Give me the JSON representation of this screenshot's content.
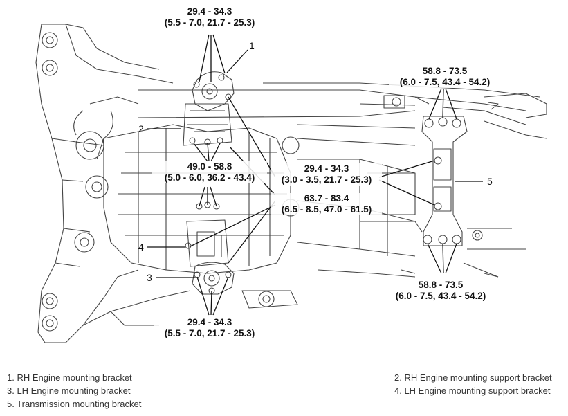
{
  "torque_labels": {
    "top": {
      "line1": "29.4 - 34.3",
      "line2": "(5.5 - 7.0, 21.7 - 25.3)"
    },
    "left_mid": {
      "line1": "49.0 - 58.8",
      "line2": "(5.0 - 6.0, 36.2 - 43.4)"
    },
    "center_upper": {
      "line1": "29.4 - 34.3",
      "line2": "(3.0 - 3.5, 21.7 - 25.3)"
    },
    "center_lower": {
      "line1": "63.7 - 83.4",
      "line2": "(6.5 - 8.5, 47.0 - 61.5)"
    },
    "bottom": {
      "line1": "29.4 - 34.3",
      "line2": "(5.5 - 7.0, 21.7 - 25.3)"
    },
    "right_top": {
      "line1": "58.8 - 73.5",
      "line2": "(6.0 - 7.5, 43.4 - 54.2)"
    },
    "right_bottom": {
      "line1": "58.8 - 73.5",
      "line2": "(6.0 - 7.5, 43.4 - 54.2)"
    }
  },
  "callouts": [
    "1",
    "2",
    "3",
    "4",
    "5"
  ],
  "legend": {
    "item1": "1. RH Engine mounting bracket",
    "item2": "2. RH Engine mounting support bracket",
    "item3": "3. LH Engine mounting bracket",
    "item4": "4. LH Engine mounting support bracket",
    "item5": "5. Transmission mounting bracket"
  }
}
